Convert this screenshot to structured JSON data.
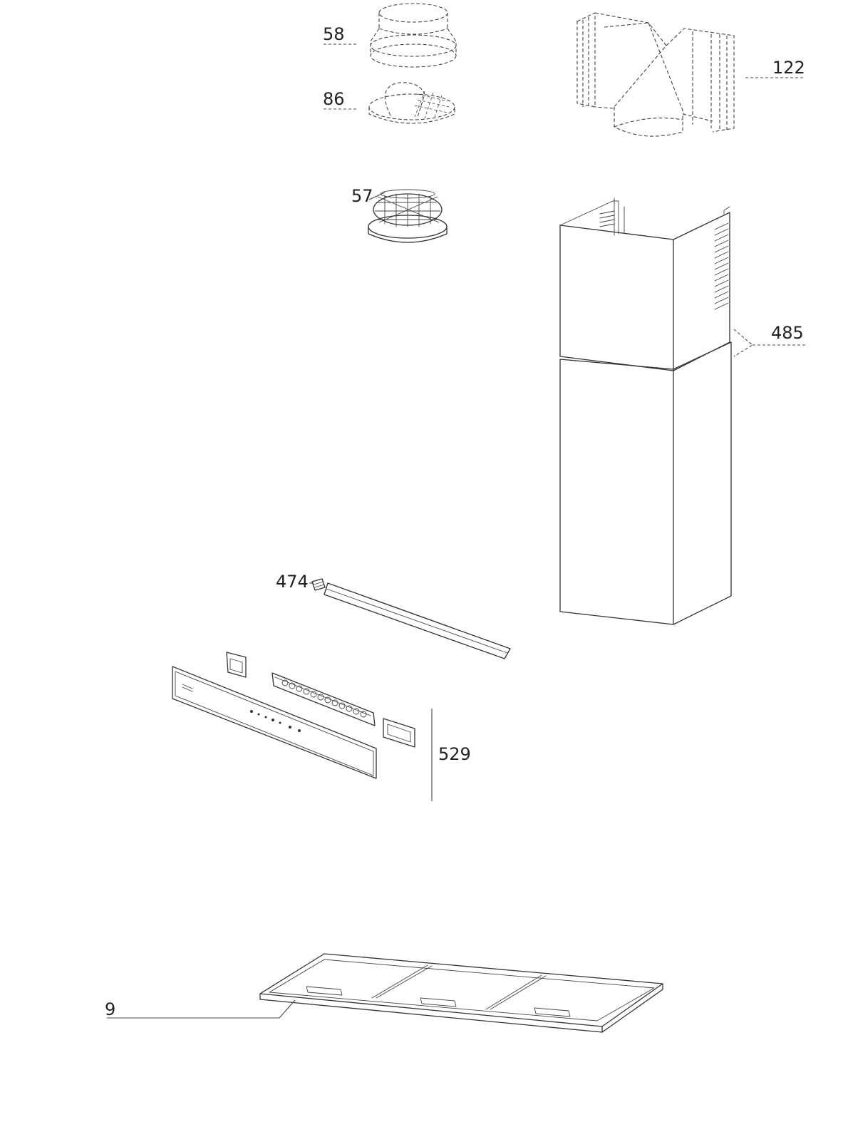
{
  "labels": {
    "part_58": "58",
    "part_86": "86",
    "part_57": "57",
    "part_122": "122",
    "part_485": "485",
    "part_474": "474",
    "part_529": "529",
    "part_9": "9"
  },
  "icons": {
    "duct_adapter": "duct-adapter-icon",
    "backdraft_valve": "backdraft-valve-icon",
    "carbon_filter": "carbon-filter-icon",
    "duct_elbow": "duct-elbow-icon",
    "chimney_cover": "chimney-cover-icon",
    "led_light_bar": "led-light-bar-icon",
    "control_panel_assembly": "control-panel-assembly-icon",
    "grease_filter_tray": "grease-filter-tray-icon"
  },
  "colors": {
    "line": "#333333",
    "text": "#222222",
    "background": "#ffffff"
  }
}
